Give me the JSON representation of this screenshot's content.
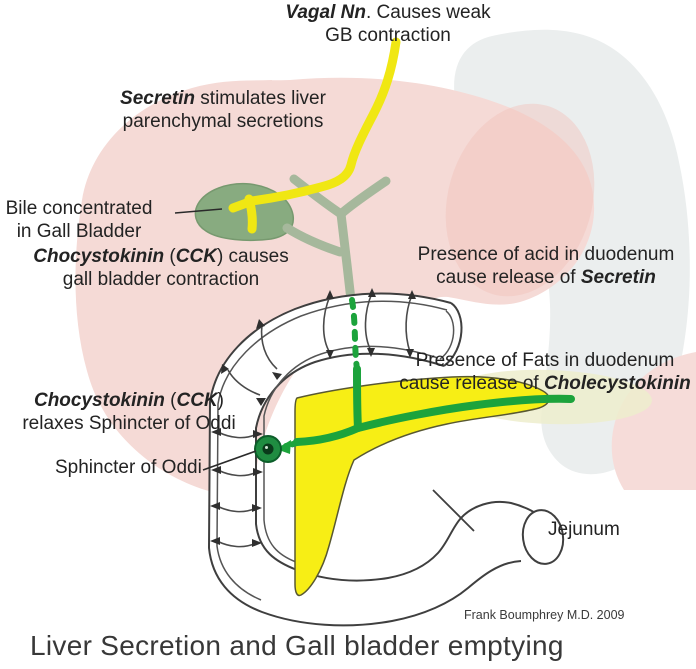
{
  "figure": {
    "title": "Liver Secretion and Gall bladder emptying",
    "credit": "Frank Boumphrey M.D. 2009"
  },
  "annotations": {
    "vagal": {
      "emph": "Vagal Nn",
      "tail": ". Causes weak",
      "line2": "GB contraction"
    },
    "secretin": {
      "emph": "Secretin",
      "tail": " stimulates liver",
      "line2": "parenchymal secretions"
    },
    "bile": {
      "line1": "Bile concentrated",
      "line2": "in Gall Bladder"
    },
    "cck_causes": {
      "emph1": "Chocystokinin",
      "mid": " (",
      "emph2": "CCK",
      "tail": ") causes",
      "line2": "gall bladder contraction"
    },
    "acid": {
      "line1": "Presence of acid in duodenum",
      "line2_head": "cause release of ",
      "line2_emph": "Secretin"
    },
    "fats": {
      "line1": "Presence of Fats in duodenum",
      "line2_head": "cause release of ",
      "line2_emph": "Cholecystokinin"
    },
    "cck_relaxes": {
      "emph1": "Chocystokinin",
      "mid": " (",
      "emph2": "CCK",
      "tail": ")",
      "line2": "relaxes Sphincter of Oddi"
    },
    "sphincter": {
      "label": "Sphincter of Oddi"
    },
    "jejunum": {
      "label": "Jejunum"
    }
  },
  "colors": {
    "liver_pink": "#f5dad6",
    "liver_tip_shade": "#f1c0ba",
    "stomach_gray": "#ebeeee",
    "gallbladder_green": "#88ab80",
    "duct_gray_green": "#a6b89c",
    "vagal_yellow": "#f0e713",
    "pancreas_yellow": "#f7ee15",
    "pancreas_halo": "#ededcd",
    "duct_bright_green": "#1ca33c",
    "sphincter_green": "#1f8c41",
    "outline_dark": "#3f3f3f",
    "text_dark": "#232323"
  }
}
